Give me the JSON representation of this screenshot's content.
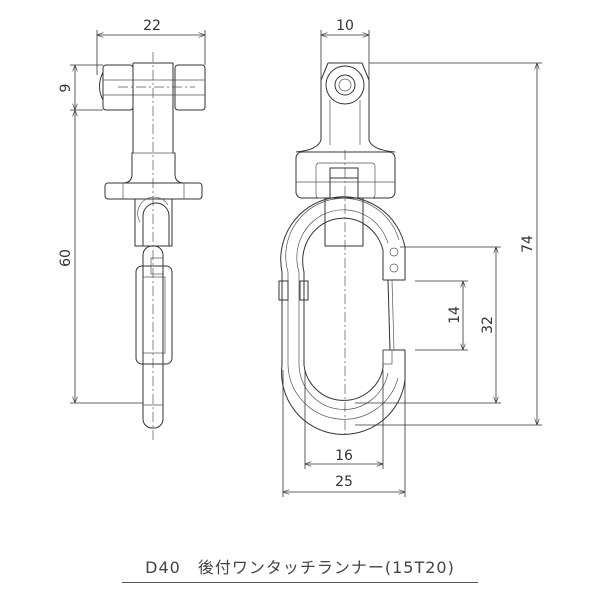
{
  "title": "D40　後付ワンタッチランナー(15T20)",
  "dimensions": {
    "side_width": "22",
    "side_head_height": "9",
    "side_length": "60",
    "front_head_width": "10",
    "front_total_height": "74",
    "gate_height": "32",
    "gate_opening": "14",
    "inner_width": "16",
    "outer_width": "25"
  }
}
